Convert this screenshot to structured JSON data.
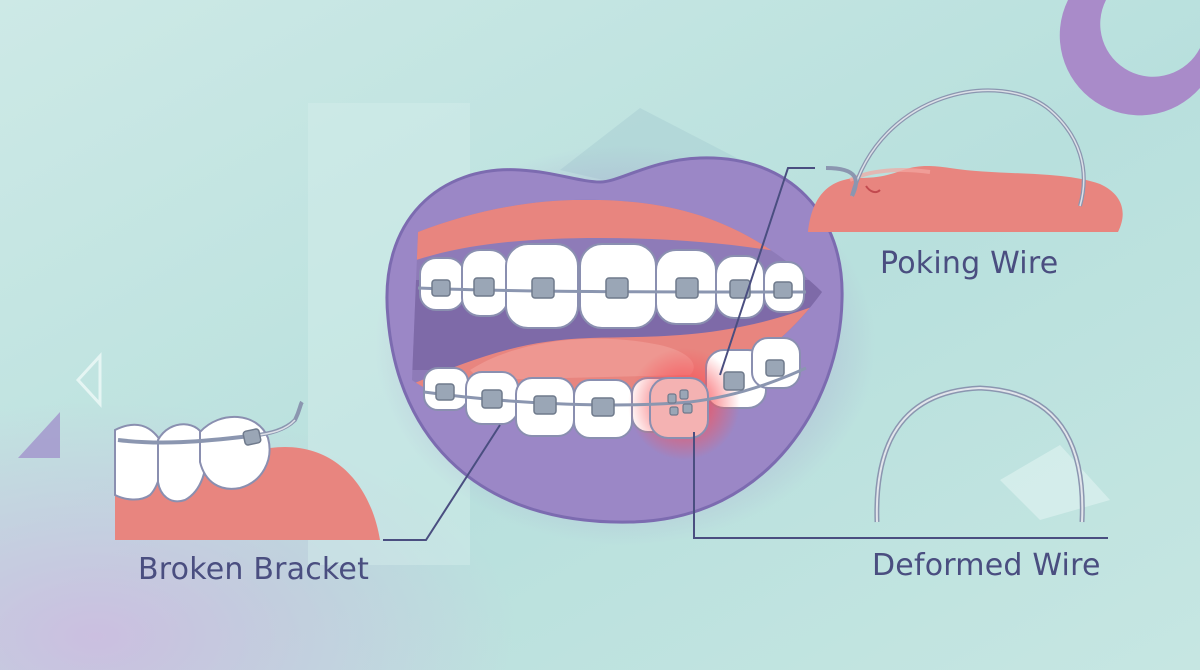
{
  "labels": {
    "broken_bracket": "Broken Bracket",
    "poking_wire": "Poking Wire",
    "deformed_wire": "Deformed Wire"
  },
  "colors": {
    "background": "#bfe4e1",
    "lips": "#9b87c6",
    "gums": "#e8857f",
    "teeth": "#ffffff",
    "brackets": "#8f9cab",
    "wire": "#8b96b0",
    "leader_lines": "#4a4e80",
    "label_text": "#4a4e80",
    "inflammation": "#ee3f45",
    "accent_ring": "#a98bc9"
  },
  "icons": {
    "mouth": "mouth-with-braces-icon",
    "broken_bracket": "broken-bracket-icon",
    "poking_wire": "poking-wire-icon",
    "deformed_wire": "deformed-wire-icon"
  }
}
